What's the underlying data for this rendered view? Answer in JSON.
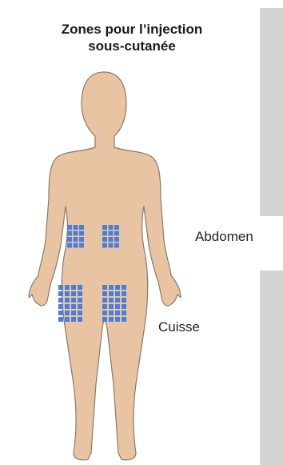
{
  "title": {
    "line1": "Zones pour l’injection",
    "line2": "sous-cutanée"
  },
  "labels": {
    "abdomen": "Abdomen",
    "thigh": "Cuisse"
  },
  "colors": {
    "body_fill": "#e8c4a2",
    "body_outline": "#8a7a6a",
    "injection_square": "#4a7fd8",
    "side_bar": "#d4d4d4"
  }
}
